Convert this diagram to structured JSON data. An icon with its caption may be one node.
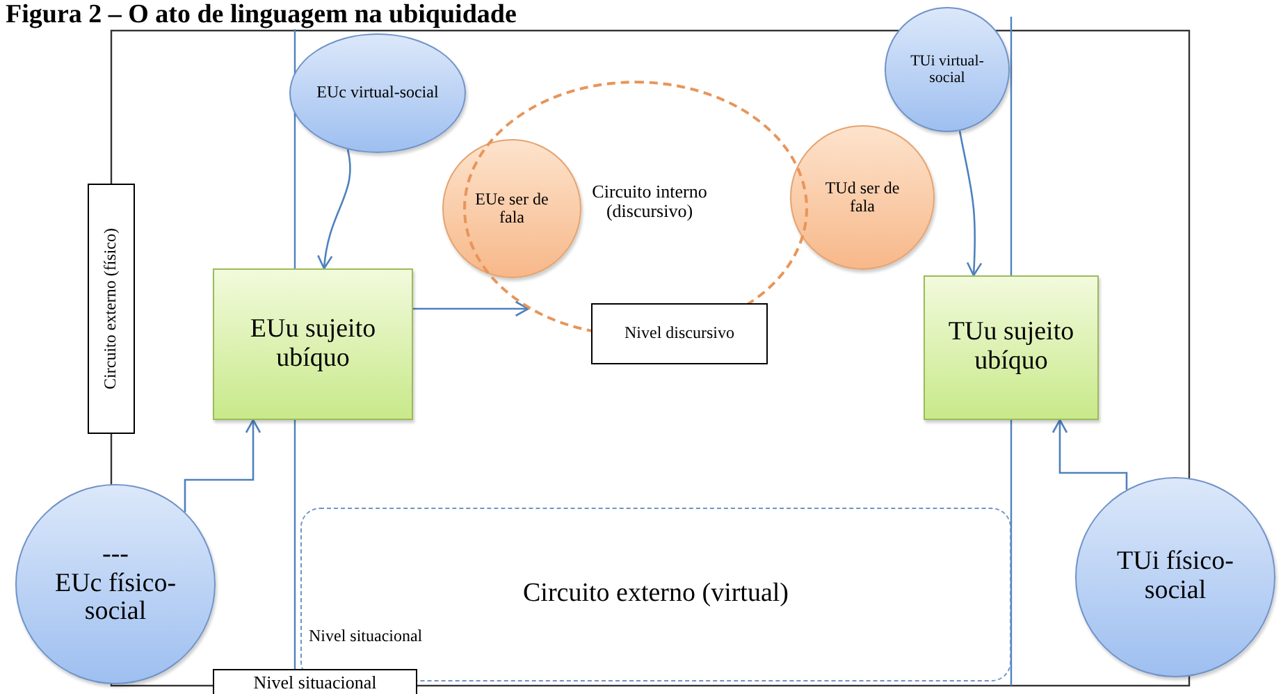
{
  "diagram": {
    "title": "Figura 2 – O ato de linguagem na ubiquidade",
    "nodes": [
      {
        "text": [
          "EUc virtual-social"
        ]
      },
      {
        "text": [
          "TUi virtual-social"
        ]
      },
      {
        "text": [
          "Circuito interno (discursivo)"
        ]
      },
      {
        "text": [
          "EUe ser de fala"
        ]
      },
      {
        "text": [
          "TUd ser de fala"
        ]
      },
      {
        "text": [
          "Circuito externo (físico)"
        ]
      },
      {
        "text": [
          "EUu sujeito ubíquo"
        ]
      },
      {
        "text": [
          "Nivel discursivo"
        ]
      },
      {
        "text": [
          "TUu sujeito ubíquo"
        ]
      },
      {
        "text": [
          "---",
          "EUc físico-social"
        ]
      },
      {
        "text": [
          "Circuito externo (virtual)"
        ]
      },
      {
        "text": [
          "TUi físico-social"
        ]
      },
      {
        "text": [
          "Nivel situacional"
        ]
      }
    ],
    "edges": [
      {
        "from": 0,
        "to": 6,
        "arrow": "to"
      },
      {
        "from": 6,
        "to": 2,
        "arrow": "to"
      },
      {
        "from": 1,
        "to": 8,
        "arrow": "to"
      },
      {
        "from": 9,
        "to": 6,
        "arrow": "to"
      },
      {
        "from": 11,
        "to": 8,
        "arrow": "to"
      }
    ],
    "labels": [
      "Nivel situacional"
    ]
  }
}
